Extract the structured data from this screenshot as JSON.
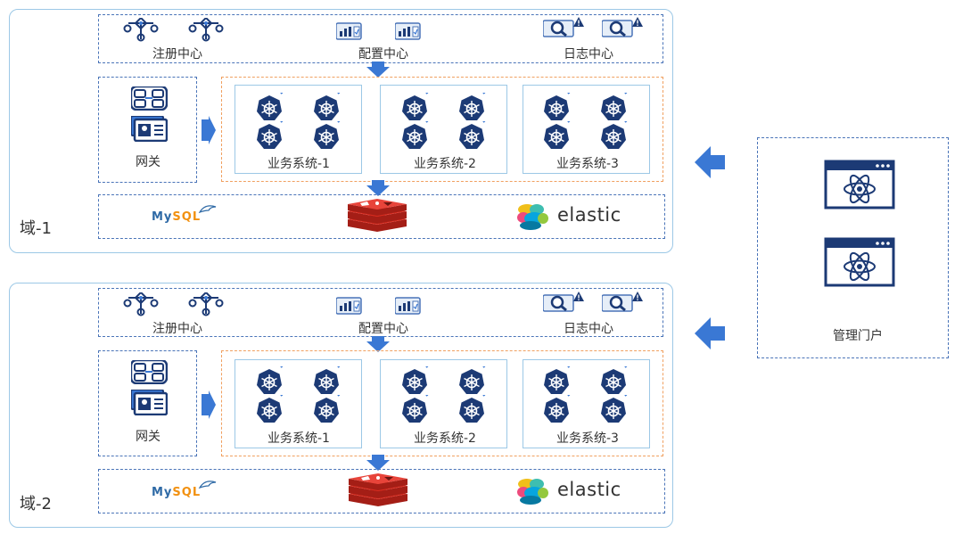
{
  "domains": [
    {
      "label": "域-1"
    },
    {
      "label": "域-2"
    }
  ],
  "registry_label": "注册中心",
  "config_label": "配置中心",
  "log_label": "日志中心",
  "gateway_label": "网关",
  "systems": [
    "业务系统-1",
    "业务系统-2",
    "业务系统-3"
  ],
  "mysql_text": {
    "my": "My",
    "sql": "SQL"
  },
  "elastic_text": "elastic",
  "portal_label": "管理门户",
  "colors": {
    "navy": "#1c3a75",
    "blue_arrow": "#3a78d4",
    "domain_border": "#9cc8e6",
    "dashed_border": "#4a74b8",
    "orange_border": "#f0a060",
    "redis_red": "#d82c20",
    "mysql_blue": "#2f6aa6",
    "mysql_orange": "#f29111"
  },
  "icons": [
    "registry-node-icon",
    "config-dashboard-icon",
    "log-search-warning-icon",
    "gateway-api-icon",
    "gateway-card-icon",
    "kubernetes-icon",
    "redis-icon",
    "mysql-logo",
    "elastic-logo",
    "portal-window-icon",
    "left-arrow-icon",
    "down-arrow-icon",
    "right-arrow-icon"
  ]
}
